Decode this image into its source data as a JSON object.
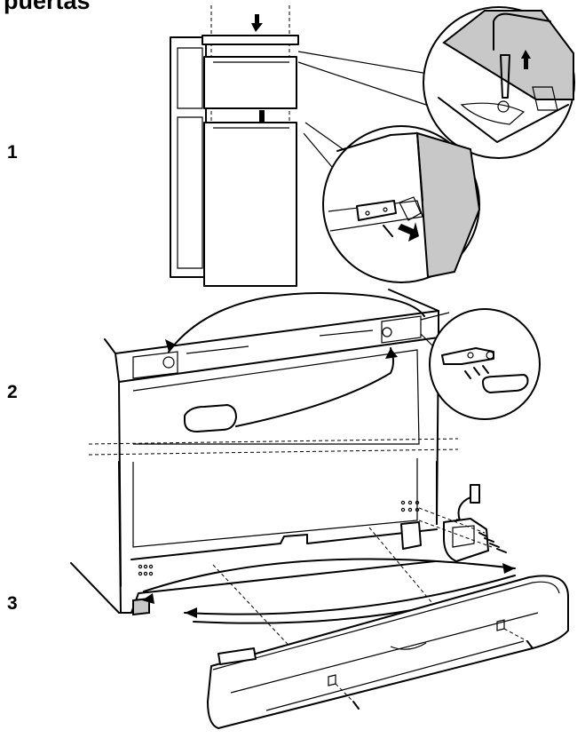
{
  "header": {
    "title": "puertas"
  },
  "steps": [
    {
      "number": "1"
    },
    {
      "number": "2"
    },
    {
      "number": "3"
    }
  ]
}
